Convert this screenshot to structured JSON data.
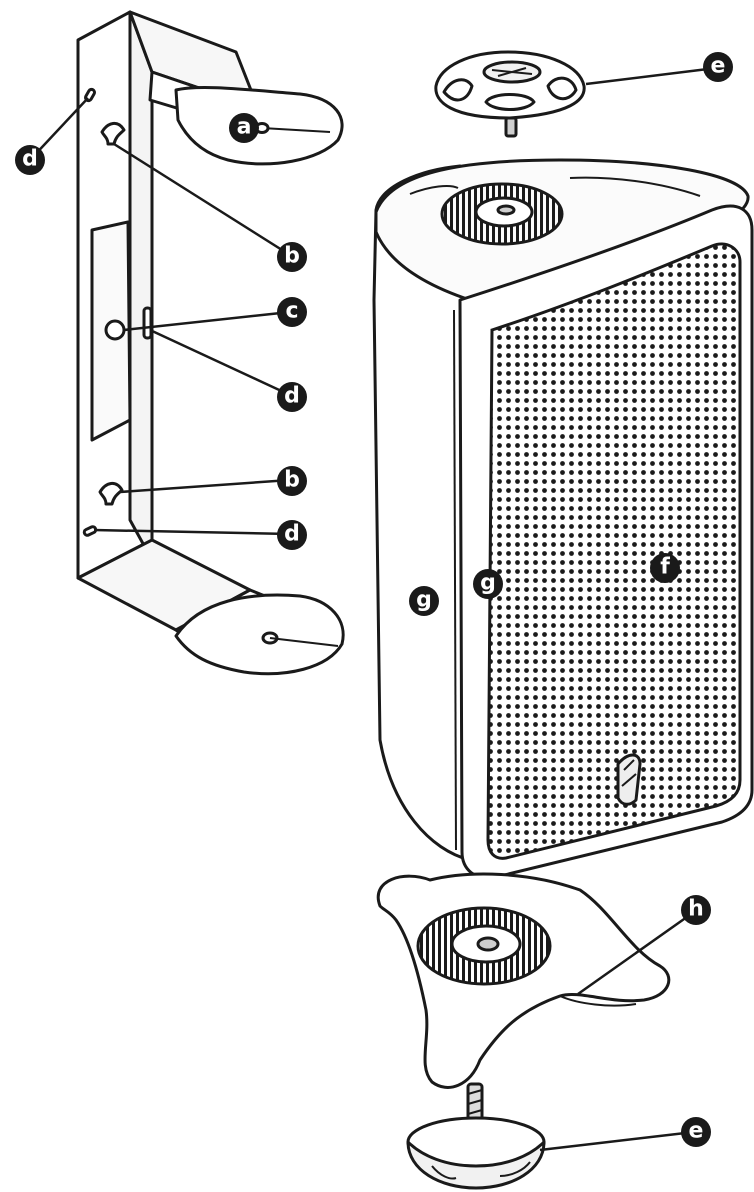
{
  "colors": {
    "ink": "#1a1a1a",
    "paper": "#ffffff",
    "shade": "#e9e9e9"
  },
  "callouts": {
    "a": "a",
    "b_upper": "b",
    "b_lower": "b",
    "c": "c",
    "d_left": "d",
    "d_middle": "d",
    "d_lower": "d",
    "e_top": "e",
    "e_bottom": "e",
    "f": "f",
    "g_side": "g",
    "g_edge": "g",
    "h": "h"
  }
}
